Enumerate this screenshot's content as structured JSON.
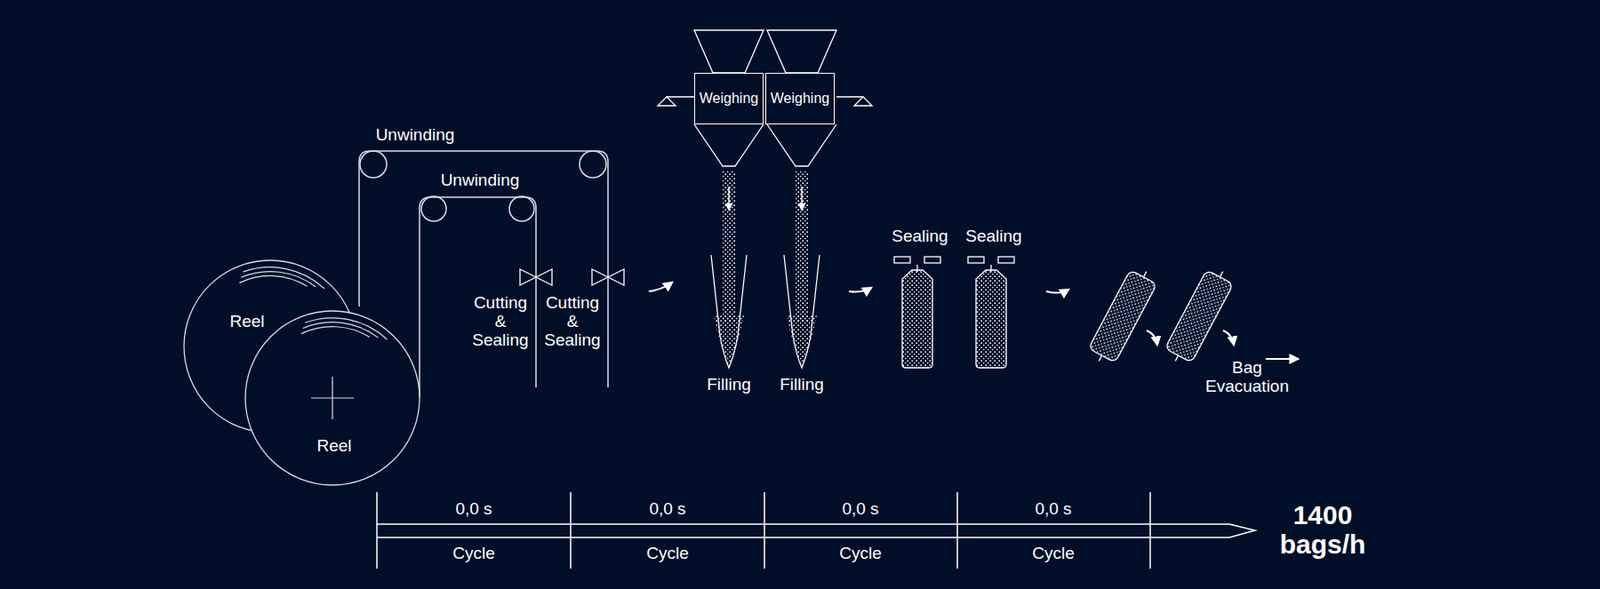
{
  "diagram": {
    "nodes": [
      {
        "text": [
          "Reel"
        ]
      },
      {
        "text": [
          "Reel"
        ]
      },
      {
        "text": [
          "Weighing"
        ]
      },
      {
        "text": [
          "Weighing"
        ]
      }
    ],
    "labels": [
      "Unwinding",
      "Unwinding",
      "Cutting & Sealing",
      "Cutting & Sealing",
      "Filling",
      "Filling",
      "Sealing",
      "Sealing",
      "Bag Evacuation",
      "0,0 s",
      "0,0 s",
      "0,0 s",
      "0,0 s",
      "Cycle",
      "Cycle",
      "Cycle",
      "Cycle",
      "1400 bags/h"
    ]
  }
}
